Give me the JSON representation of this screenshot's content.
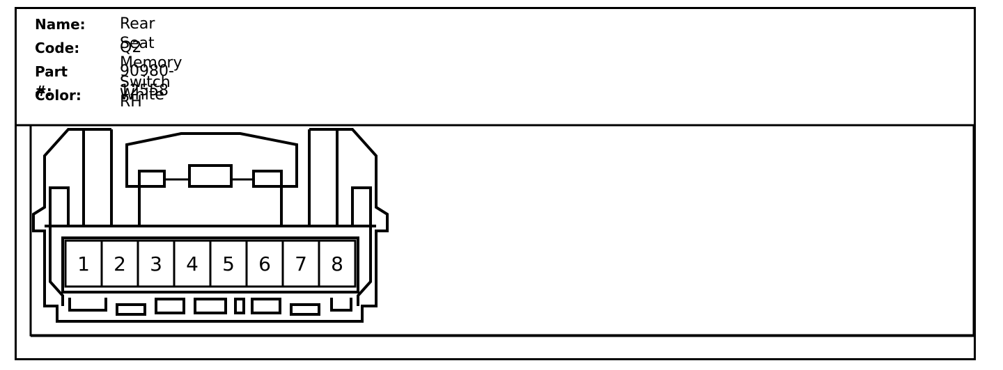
{
  "connector": {
    "name_label": "Name:",
    "name_value": "Rear Seat Memory Switch RH",
    "code_label": "Code:",
    "code_value": "Q2",
    "part_label": "Part #:",
    "part_value": "90980-12558",
    "color_label": "Color:",
    "color_value": "White"
  },
  "pins": [
    "1",
    "2",
    "3",
    "4",
    "5",
    "6",
    "7",
    "8"
  ]
}
